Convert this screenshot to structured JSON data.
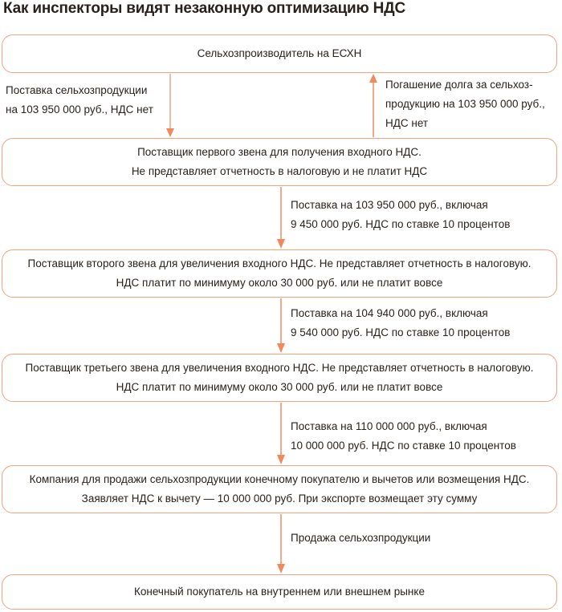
{
  "title": "Как инспекторы видят незаконную оптимизацию НДС",
  "colors": {
    "accent": "#f08a5d",
    "border": "#f2a27c",
    "text": "#2a211c"
  },
  "boxes": [
    {
      "lines": [
        "Сельхозпроизводитель на ЕСХН"
      ]
    },
    {
      "lines": [
        "Поставщик первого звена для получения входного НДС.",
        "Не представляет отчетность в налоговую и не платит НДС"
      ]
    },
    {
      "lines": [
        "Поставщик второго звена для увеличения входного НДС. Не представляет отчетность в налоговую.",
        "НДС платит по минимуму около 30 000 руб. или не платит вовсе"
      ]
    },
    {
      "lines": [
        "Поставщик третьего звена для увеличения входного НДС. Не представляет отчетность в налоговую.",
        "НДС платит по минимуму около 30 000 руб. или не платит вовсе"
      ]
    },
    {
      "lines": [
        "Компания для продажи сельхозпродукции конечному покупателю и вычетов или возмещения НДС.",
        "Заявляет НДС к вычету — 10 000 000 руб. При экспорте возмещает эту сумму"
      ]
    },
    {
      "lines": [
        "Конечный покупатель на внутреннем или внешнем рынке"
      ]
    }
  ],
  "flows": {
    "supply_down": [
      "Поставка сельхозпродукции",
      "на 103 950 000 руб., НДС нет"
    ],
    "repay_up": [
      "Погашение долга за сельхоз-",
      "продукцию на 103 950 000 руб.,",
      "НДС нет"
    ],
    "step2": [
      "Поставка на 103 950 000 руб., включая",
      "9 450 000 руб. НДС по ставке 10 процентов"
    ],
    "step3": [
      "Поставка на 104 940 000 руб., включая",
      "9 540 000 руб. НДС по ставке 10 процентов"
    ],
    "step4": [
      "Поставка на 110 000 000 руб., включая",
      "10 000 000 руб. НДС по ставке 10 процентов"
    ],
    "step5": [
      "Продажа сельхозпродукции"
    ]
  }
}
